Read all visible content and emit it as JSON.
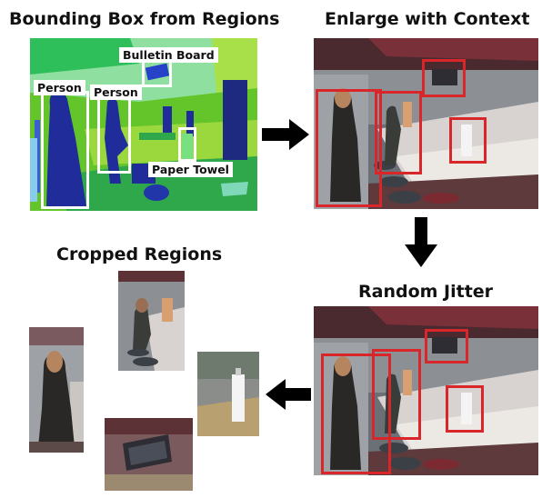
{
  "headings": {
    "bounding_box": "Bounding Box from Regions",
    "enlarge": "Enlarge with Context",
    "random_jitter": "Random Jitter",
    "cropped": "Cropped Regions"
  },
  "segmentation_labels": {
    "bulletin_board": "Bulletin Board",
    "person_left": "Person",
    "person_right": "Person",
    "paper_towel": "Paper Towel"
  },
  "colors": {
    "box_red": "#d8262a",
    "box_white": "#ffffff",
    "arrow": "#000000",
    "seg_green": "#6fd12a",
    "seg_blue": "#1f2c9a"
  }
}
